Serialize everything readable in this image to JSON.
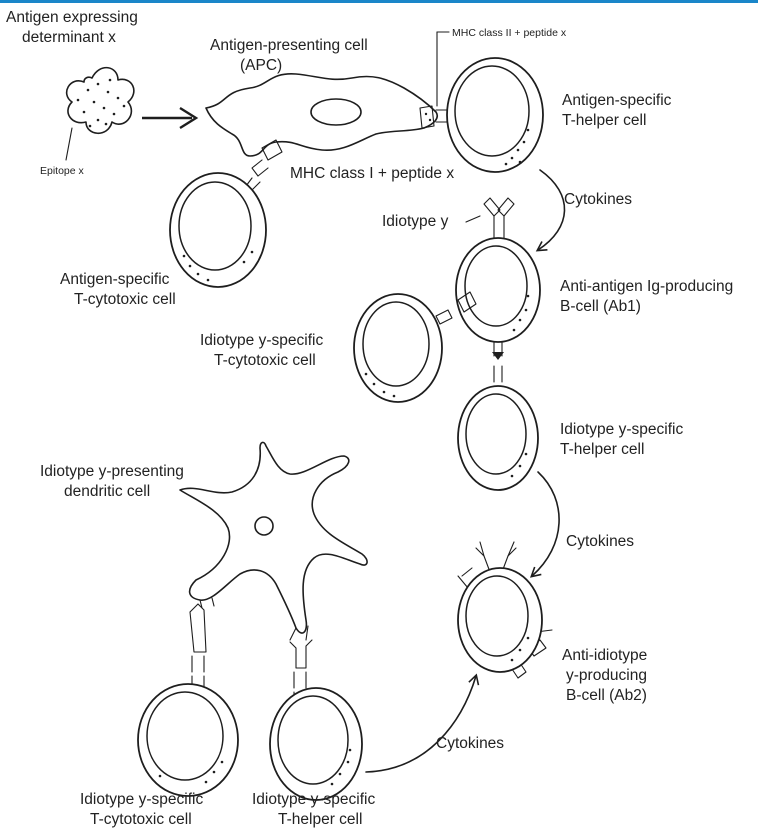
{
  "labels": {
    "antigen_line1": "Antigen expressing",
    "antigen_line2": "determinant x",
    "epitope": "Epitope x",
    "apc_line1": "Antigen-presenting cell",
    "apc_line2": "(APC)",
    "mhc2": "MHC class II + peptide x",
    "th1_line1": "Antigen-specific",
    "th1_line2": "T-helper cell",
    "mhc1": "MHC class I + peptide x",
    "cytokines_1": "Cytokines",
    "idiotype_y": "Idiotype y",
    "tc1_line1": "Antigen-specific",
    "tc1_line2": "T-cytotoxic cell",
    "b1_line1": "Anti-antigen Ig-producing",
    "b1_line2": "B-cell (Ab1)",
    "tc2_line1": "Idiotype y-specific",
    "tc2_line2": "T-cytotoxic cell",
    "th2_line1": "Idiotype y-specific",
    "th2_line2": "T-helper cell",
    "dc_line1": "Idiotype y-presenting",
    "dc_line2": "dendritic cell",
    "cytokines_2": "Cytokines",
    "b2_line1": "Anti-idiotype",
    "b2_line2": "y-producing",
    "b2_line3": "B-cell (Ab2)",
    "cytokines_3": "Cytokines",
    "tc3_line1": "Idiotype y-specific",
    "tc3_line2": "T-cytotoxic cell",
    "th3_line1": "Idiotype y-specific",
    "th3_line2": "T-helper cell"
  },
  "colors": {
    "top_rule": "#1a86c9",
    "ink": "#1e1e1e"
  }
}
